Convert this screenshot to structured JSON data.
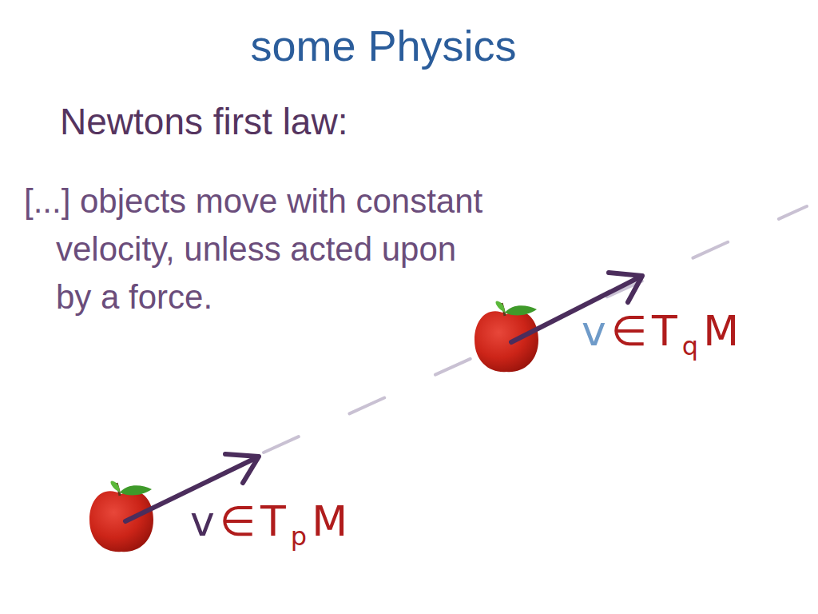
{
  "diagram": {
    "title": "some Physics",
    "labels": [
      "Newtons first law:",
      "[...] objects move with constant velocity, unless acted upon by a force.",
      "v",
      "∈",
      "T",
      "q",
      "M",
      "v",
      "∈",
      "T",
      "p",
      "M"
    ]
  }
}
